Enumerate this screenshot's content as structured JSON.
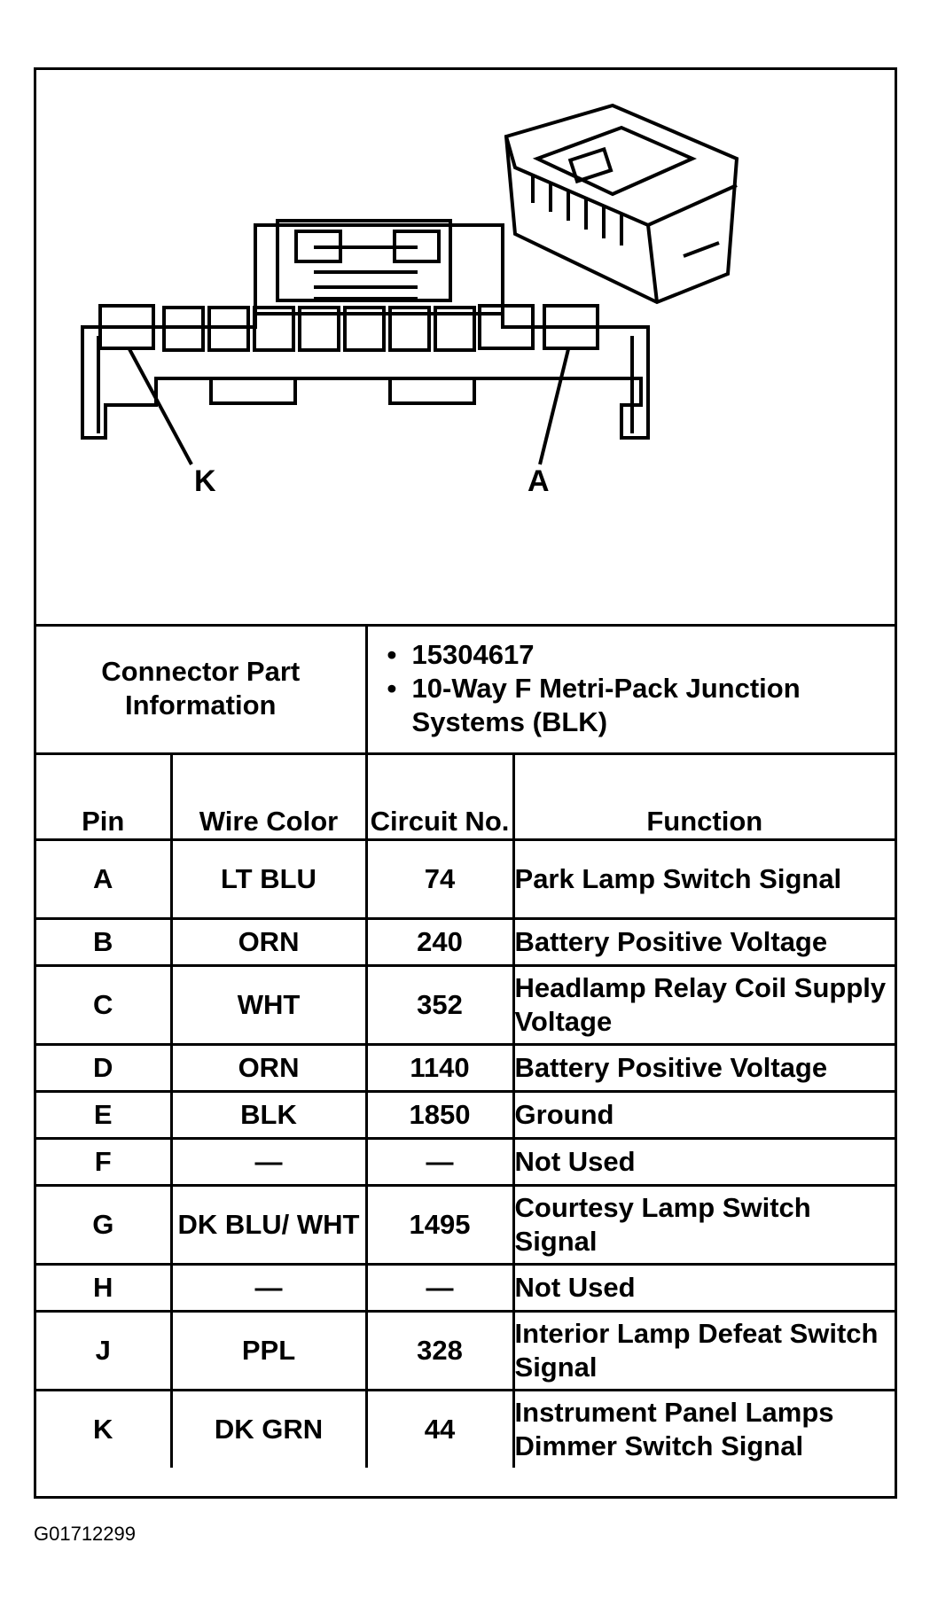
{
  "diagram": {
    "pin_labels": {
      "left": "K",
      "right": "A"
    }
  },
  "connector_part_info": {
    "label": "Connector Part Information",
    "bullets": [
      "15304617",
      "10-Way F Metri-Pack Junction Systems (BLK)"
    ]
  },
  "table": {
    "headers": {
      "pin": "Pin",
      "wire_color": "Wire Color",
      "circuit": "Circuit No.",
      "function": "Function"
    },
    "rows": [
      {
        "pin": "A",
        "wire_color": "LT BLU",
        "circuit": "74",
        "function": "Park Lamp Switch Signal"
      },
      {
        "pin": "B",
        "wire_color": "ORN",
        "circuit": "240",
        "function": "Battery Positive Voltage"
      },
      {
        "pin": "C",
        "wire_color": "WHT",
        "circuit": "352",
        "function": "Headlamp Relay Coil Supply Voltage"
      },
      {
        "pin": "D",
        "wire_color": "ORN",
        "circuit": "1140",
        "function": "Battery Positive Voltage"
      },
      {
        "pin": "E",
        "wire_color": "BLK",
        "circuit": "1850",
        "function": "Ground"
      },
      {
        "pin": "F",
        "wire_color": "—",
        "circuit": "—",
        "function": "Not Used"
      },
      {
        "pin": "G",
        "wire_color": "DK BLU/ WHT",
        "circuit": "1495",
        "function": "Courtesy Lamp Switch Signal"
      },
      {
        "pin": "H",
        "wire_color": "—",
        "circuit": "—",
        "function": "Not Used"
      },
      {
        "pin": "J",
        "wire_color": "PPL",
        "circuit": "328",
        "function": "Interior Lamp Defeat Switch Signal"
      },
      {
        "pin": "K",
        "wire_color": "DK GRN",
        "circuit": "44",
        "function": "Instrument Panel Lamps Dimmer Switch Signal"
      }
    ]
  },
  "figure_id": "G01712299"
}
